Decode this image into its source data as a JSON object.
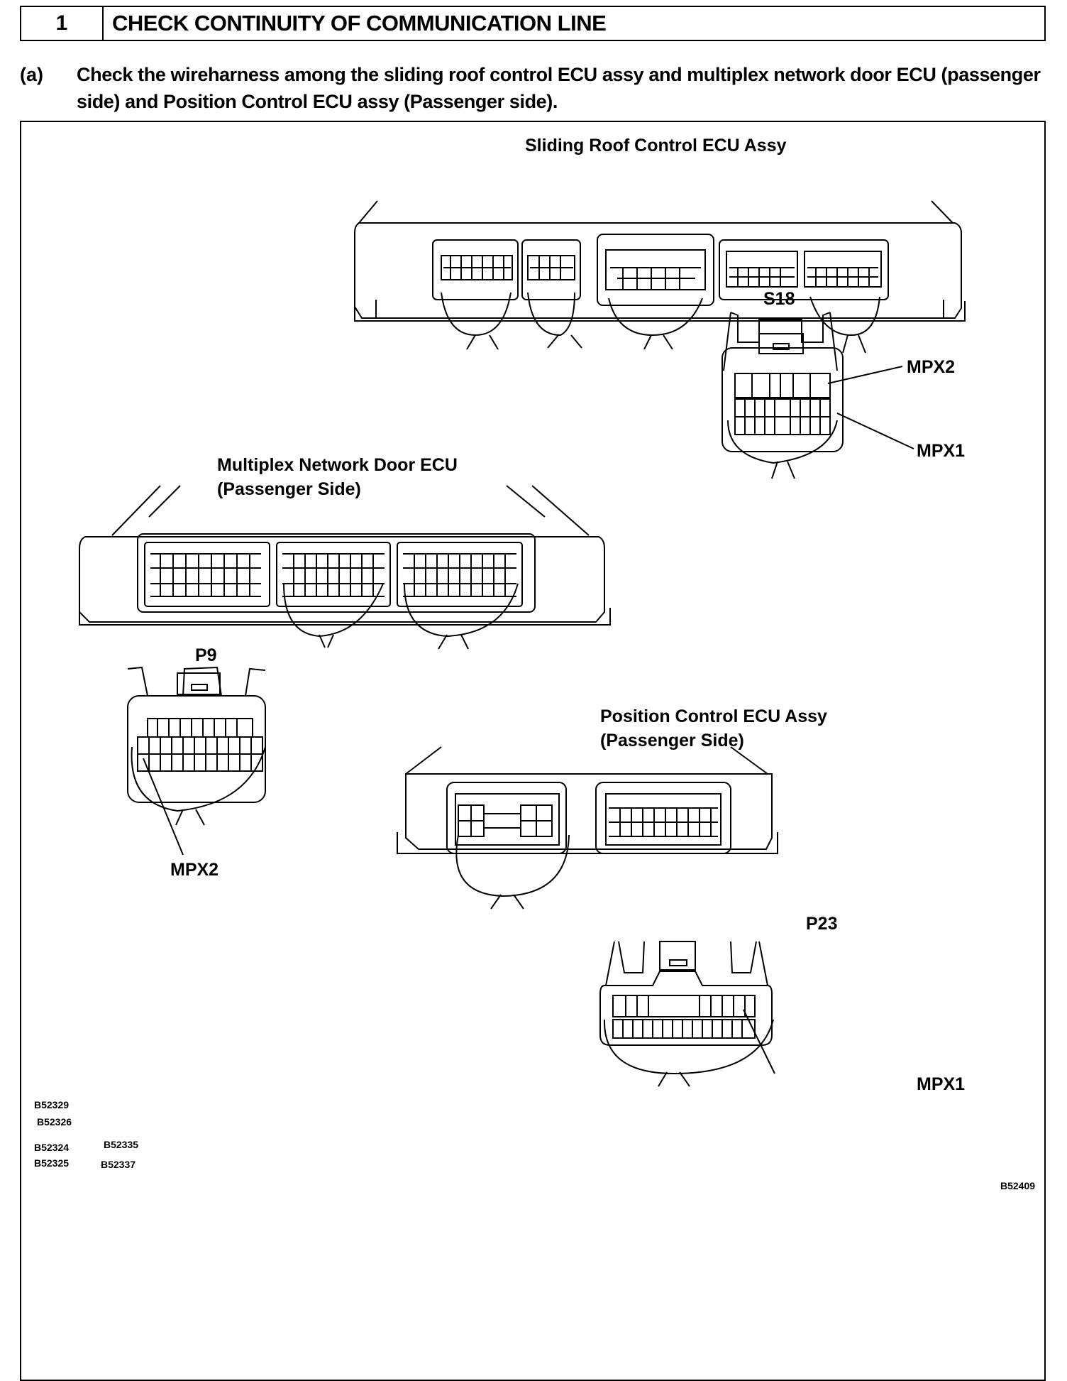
{
  "step": {
    "number": "1",
    "title": "CHECK CONTINUITY OF COMMUNICATION LINE"
  },
  "instruction": {
    "marker": "(a)",
    "text": "Check the wireharness among the sliding roof control ECU assy and multiplex network door ECU (passenger side) and Position Control ECU assy (Passenger side)."
  },
  "figure": {
    "sliding_roof": {
      "title": "Sliding Roof Control ECU Assy",
      "connector": "S18",
      "terminal_a": "MPX2",
      "terminal_b": "MPX1"
    },
    "door_ecu": {
      "title_line1": "Multiplex Network Door ECU",
      "title_line2": "(Passenger Side)",
      "connector": "P9",
      "terminal": "MPX2"
    },
    "position_ecu": {
      "title_line1": "Position Control ECU Assy",
      "title_line2": "(Passenger Side)",
      "connector": "P23",
      "terminal": "MPX1"
    },
    "codes": [
      "B52329",
      "B52326",
      "B52324",
      "B52335",
      "B52325",
      "B52337"
    ],
    "figure_id": "B52409"
  }
}
